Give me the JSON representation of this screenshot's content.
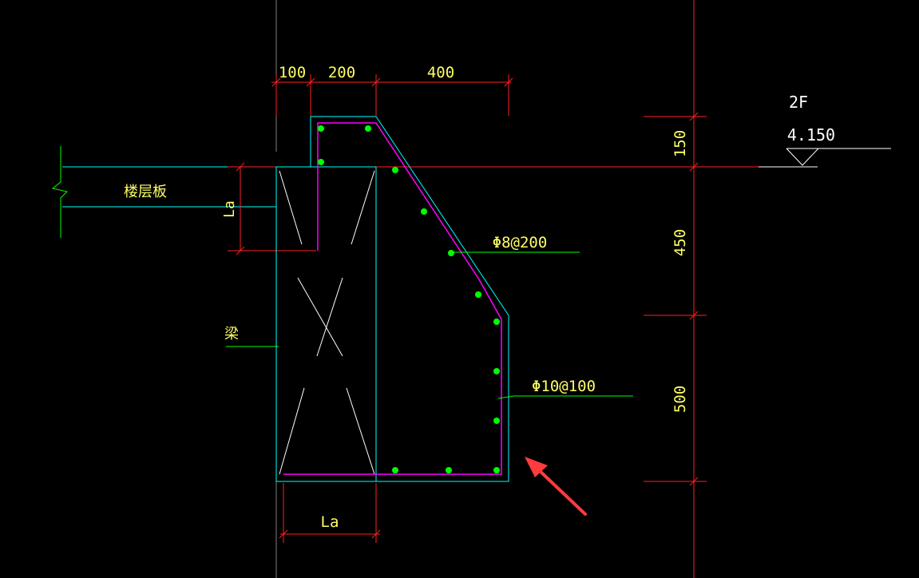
{
  "dimensions": {
    "top": [
      "100",
      "200",
      "400"
    ],
    "right": [
      "150",
      "450",
      "500"
    ],
    "anchorage_side": "La",
    "anchorage_bottom": "La"
  },
  "labels": {
    "floor_slab": "楼层板",
    "beam": "梁",
    "rebar_top": "Φ8@200",
    "rebar_bottom": "Φ10@100"
  },
  "elevation": {
    "floor": "2F",
    "value": "4.150"
  },
  "colors": {
    "background": "#000000",
    "grid": "#ff2020",
    "concrete": "#00ffff",
    "rebar_line": "#ff00ff",
    "rebar_dot": "#00ff00",
    "leader": "#00ff00",
    "text": "#ffff66",
    "arrow": "#ff3b3b"
  }
}
